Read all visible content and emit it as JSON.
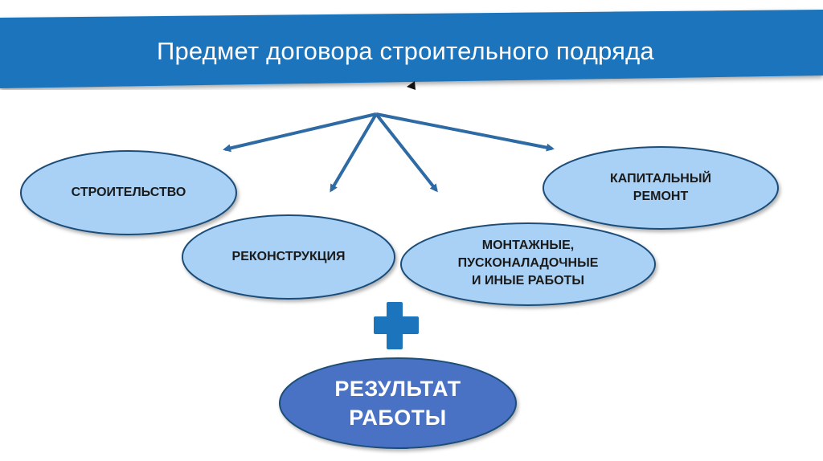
{
  "title": "Предмет договора строительного подряда",
  "nodes": {
    "construction": "СТРОИТЕЛЬСТВО",
    "capital_repair_line1": "КАПИТАЛЬНЫЙ",
    "capital_repair_line2": "РЕМОНТ",
    "reconstruction": "РЕКОНСТРУКЦИЯ",
    "installation_line1": "МОНТАЖНЫЕ,",
    "installation_line2": "ПУСКОНАЛАДОЧНЫЕ",
    "installation_line3": "И ИНЫЕ РАБОТЫ"
  },
  "result": {
    "line1": "РЕЗУЛЬТАТ",
    "line2": "РАБОТЫ"
  },
  "colors": {
    "banner": "#1c75bc",
    "ellipse_fill": "#a9d1f5",
    "ellipse_stroke": "#1f4e79",
    "arrow": "#2e6aa3",
    "plus": "#1c75bc",
    "result_fill": "#4a72c4"
  },
  "icons": {
    "plus": "plus-icon",
    "arrowhead": "arrowhead-icon"
  }
}
